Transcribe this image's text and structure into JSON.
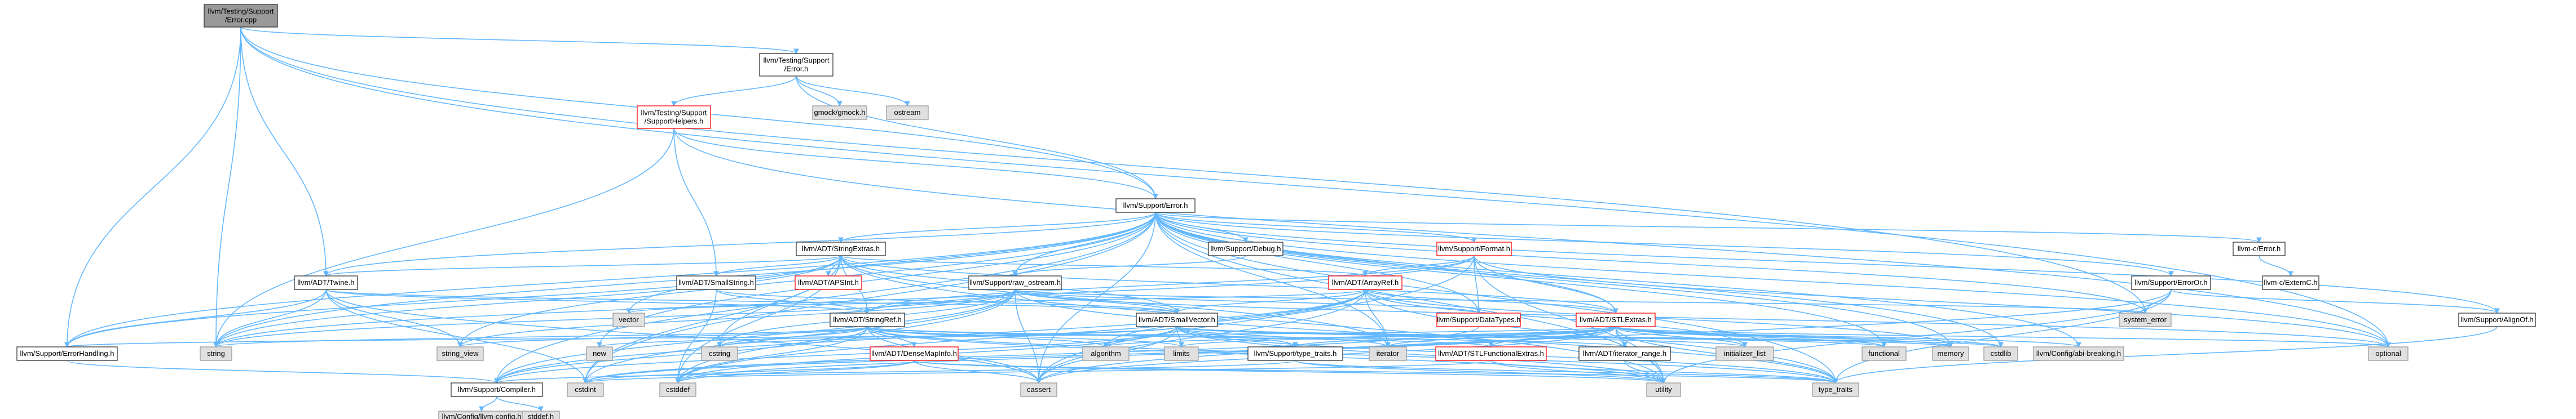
{
  "graph": {
    "title": "",
    "colors": {
      "root_fill": "#999999",
      "normal_fill": "#ffffff",
      "normal_stroke": "#333333",
      "system_fill": "#e0e0e0",
      "system_stroke": "#999999",
      "truncated_stroke": "#ff0000",
      "edge": "#63b8ff",
      "text": "#000000"
    },
    "nodes": [
      {
        "id": "root",
        "lines": [
          "llvm/Testing/Support",
          "/Error.cpp"
        ],
        "kind": "root"
      },
      {
        "id": "tse",
        "lines": [
          "llvm/Testing/Support",
          "/Error.h"
        ],
        "kind": "normal"
      },
      {
        "id": "gmock",
        "lines": [
          "gmock/gmock.h"
        ],
        "kind": "system"
      },
      {
        "id": "ostream",
        "lines": [
          "ostream"
        ],
        "kind": "system"
      },
      {
        "id": "tsh",
        "lines": [
          "llvm/Testing/Support",
          "/SupportHelpers.h"
        ],
        "kind": "truncated"
      },
      {
        "id": "err",
        "lines": [
          "llvm/Support/Error.h"
        ],
        "kind": "normal"
      },
      {
        "id": "strext",
        "lines": [
          "llvm/ADT/StringExtras.h"
        ],
        "kind": "normal"
      },
      {
        "id": "debug",
        "lines": [
          "llvm/Support/Debug.h"
        ],
        "kind": "normal"
      },
      {
        "id": "format",
        "lines": [
          "llvm/Support/Format.h"
        ],
        "kind": "truncated"
      },
      {
        "id": "cerror",
        "lines": [
          "llvm-c/Error.h"
        ],
        "kind": "normal"
      },
      {
        "id": "errorOr",
        "lines": [
          "llvm/Support/ErrorOr.h"
        ],
        "kind": "normal"
      },
      {
        "id": "externC",
        "lines": [
          "llvm-c/ExternC.h"
        ],
        "kind": "normal"
      },
      {
        "id": "twine",
        "lines": [
          "llvm/ADT/Twine.h"
        ],
        "kind": "normal"
      },
      {
        "id": "smallstr",
        "lines": [
          "llvm/ADT/SmallString.h"
        ],
        "kind": "normal"
      },
      {
        "id": "apsint",
        "lines": [
          "llvm/ADT/APSInt.h"
        ],
        "kind": "truncated"
      },
      {
        "id": "rawos",
        "lines": [
          "llvm/Support/raw_ostream.h"
        ],
        "kind": "normal"
      },
      {
        "id": "arrayref",
        "lines": [
          "llvm/ADT/ArrayRef.h"
        ],
        "kind": "truncated"
      },
      {
        "id": "datatypes",
        "lines": [
          "llvm/Support/DataTypes.h"
        ],
        "kind": "truncated"
      },
      {
        "id": "stlextras",
        "lines": [
          "llvm/ADT/STLExtras.h"
        ],
        "kind": "truncated"
      },
      {
        "id": "sysErr",
        "lines": [
          "system_error"
        ],
        "kind": "system"
      },
      {
        "id": "alignOf",
        "lines": [
          "llvm/Support/AlignOf.h"
        ],
        "kind": "normal"
      },
      {
        "id": "vector",
        "lines": [
          "vector"
        ],
        "kind": "system"
      },
      {
        "id": "stringref",
        "lines": [
          "llvm/ADT/StringRef.h"
        ],
        "kind": "normal"
      },
      {
        "id": "smallvec",
        "lines": [
          "llvm/ADT/SmallVector.h"
        ],
        "kind": "normal"
      },
      {
        "id": "string",
        "lines": [
          "string"
        ],
        "kind": "system"
      },
      {
        "id": "errh",
        "lines": [
          "llvm/Support/ErrorHandling.h"
        ],
        "kind": "normal"
      },
      {
        "id": "stringview",
        "lines": [
          "string_view"
        ],
        "kind": "system"
      },
      {
        "id": "dmi",
        "lines": [
          "llvm/ADT/DenseMapInfo.h"
        ],
        "kind": "truncated"
      },
      {
        "id": "cstring",
        "lines": [
          "cstring"
        ],
        "kind": "system"
      },
      {
        "id": "new",
        "lines": [
          "new"
        ],
        "kind": "system"
      },
      {
        "id": "algorithm",
        "lines": [
          "algorithm"
        ],
        "kind": "system"
      },
      {
        "id": "limits",
        "lines": [
          "limits"
        ],
        "kind": "system"
      },
      {
        "id": "typetraitsh",
        "lines": [
          "llvm/Support/type_traits.h"
        ],
        "kind": "normal"
      },
      {
        "id": "iterator",
        "lines": [
          "iterator"
        ],
        "kind": "system"
      },
      {
        "id": "stlfe",
        "lines": [
          "llvm/ADT/STLFunctionalExtras.h"
        ],
        "kind": "truncated"
      },
      {
        "id": "iterrange",
        "lines": [
          "llvm/ADT/iterator_range.h"
        ],
        "kind": "normal"
      },
      {
        "id": "initlist",
        "lines": [
          "initializer_list"
        ],
        "kind": "system"
      },
      {
        "id": "functional",
        "lines": [
          "functional"
        ],
        "kind": "system"
      },
      {
        "id": "memory",
        "lines": [
          "memory"
        ],
        "kind": "system"
      },
      {
        "id": "cstdlib",
        "lines": [
          "cstdlib"
        ],
        "kind": "system"
      },
      {
        "id": "abibreak",
        "lines": [
          "llvm/Config/abi-breaking.h"
        ],
        "kind": "system"
      },
      {
        "id": "optional",
        "lines": [
          "optional"
        ],
        "kind": "system"
      },
      {
        "id": "compiler",
        "lines": [
          "llvm/Support/Compiler.h"
        ],
        "kind": "normal"
      },
      {
        "id": "cstdint",
        "lines": [
          "cstdint"
        ],
        "kind": "system"
      },
      {
        "id": "cstddef",
        "lines": [
          "cstddef"
        ],
        "kind": "system"
      },
      {
        "id": "cassert",
        "lines": [
          "cassert"
        ],
        "kind": "system"
      },
      {
        "id": "utility",
        "lines": [
          "utility"
        ],
        "kind": "system"
      },
      {
        "id": "typetraits",
        "lines": [
          "type_traits"
        ],
        "kind": "system"
      },
      {
        "id": "llvmconfig",
        "lines": [
          "llvm/Config/llvm-config.h"
        ],
        "kind": "system"
      },
      {
        "id": "stddef",
        "lines": [
          "stddef.h"
        ],
        "kind": "system"
      }
    ],
    "edges": [
      [
        "root",
        "tse"
      ],
      [
        "root",
        "err"
      ],
      [
        "root",
        "errh"
      ],
      [
        "root",
        "twine"
      ],
      [
        "root",
        "string"
      ],
      [
        "root",
        "sysErr"
      ],
      [
        "root",
        "optional"
      ],
      [
        "tse",
        "gmock"
      ],
      [
        "tse",
        "ostream"
      ],
      [
        "tse",
        "tsh"
      ],
      [
        "tse",
        "err"
      ],
      [
        "tsh",
        "err"
      ],
      [
        "tsh",
        "smallstr"
      ],
      [
        "tsh",
        "string"
      ],
      [
        "tsh",
        "optional"
      ],
      [
        "err",
        "strext"
      ],
      [
        "err",
        "debug"
      ],
      [
        "err",
        "format"
      ],
      [
        "err",
        "cerror"
      ],
      [
        "err",
        "errorOr"
      ],
      [
        "err",
        "alignOf"
      ],
      [
        "err",
        "twine"
      ],
      [
        "err",
        "rawos"
      ],
      [
        "err",
        "sysErr"
      ],
      [
        "err",
        "errh"
      ],
      [
        "err",
        "string"
      ],
      [
        "err",
        "compiler"
      ],
      [
        "err",
        "abibreak"
      ],
      [
        "err",
        "vector"
      ],
      [
        "err",
        "new"
      ],
      [
        "err",
        "cstdint"
      ],
      [
        "err",
        "cassert"
      ],
      [
        "err",
        "memory"
      ],
      [
        "err",
        "utility"
      ],
      [
        "err",
        "functional"
      ],
      [
        "err",
        "cstdlib"
      ],
      [
        "err",
        "typetraits"
      ],
      [
        "err",
        "optional"
      ],
      [
        "err",
        "datatypes"
      ],
      [
        "err",
        "stlextras"
      ],
      [
        "err",
        "stringview"
      ],
      [
        "err",
        "iterator"
      ],
      [
        "strext",
        "twine"
      ],
      [
        "strext",
        "smallstr"
      ],
      [
        "strext",
        "apsint"
      ],
      [
        "strext",
        "arrayref"
      ],
      [
        "strext",
        "stringref"
      ],
      [
        "strext",
        "smallvec"
      ],
      [
        "strext",
        "string"
      ],
      [
        "strext",
        "cstring"
      ],
      [
        "strext",
        "cstdint"
      ],
      [
        "strext",
        "cstddef"
      ],
      [
        "strext",
        "iterator"
      ],
      [
        "strext",
        "utility"
      ],
      [
        "strext",
        "stlextras"
      ],
      [
        "strext",
        "errh"
      ],
      [
        "format",
        "arrayref"
      ],
      [
        "format",
        "stringref"
      ],
      [
        "format",
        "datatypes"
      ],
      [
        "format",
        "stlextras"
      ],
      [
        "format",
        "cassert"
      ],
      [
        "format",
        "optional"
      ],
      [
        "format",
        "string"
      ],
      [
        "format",
        "utility"
      ],
      [
        "cerror",
        "externC"
      ],
      [
        "errorOr",
        "alignOf"
      ],
      [
        "errorOr",
        "sysErr"
      ],
      [
        "errorOr",
        "cassert"
      ],
      [
        "errorOr",
        "utility"
      ],
      [
        "errorOr",
        "typetraits"
      ],
      [
        "alignOf",
        "typetraits"
      ],
      [
        "twine",
        "smallvec"
      ],
      [
        "twine",
        "stringref"
      ],
      [
        "twine",
        "errh"
      ],
      [
        "twine",
        "cassert"
      ],
      [
        "twine",
        "cstdint"
      ],
      [
        "twine",
        "string"
      ],
      [
        "twine",
        "stringview"
      ],
      [
        "smallstr",
        "smallvec"
      ],
      [
        "smallstr",
        "stringref"
      ],
      [
        "smallstr",
        "cstddef"
      ],
      [
        "rawos",
        "smallvec"
      ],
      [
        "rawos",
        "stringref"
      ],
      [
        "rawos",
        "compiler"
      ],
      [
        "rawos",
        "datatypes"
      ],
      [
        "rawos",
        "cassert"
      ],
      [
        "rawos",
        "cstddef"
      ],
      [
        "rawos",
        "cstdint"
      ],
      [
        "rawos",
        "cstring"
      ],
      [
        "rawos",
        "optional"
      ],
      [
        "rawos",
        "string"
      ],
      [
        "rawos",
        "stringview"
      ],
      [
        "rawos",
        "sysErr"
      ],
      [
        "rawos",
        "typetraits"
      ],
      [
        "arrayref",
        "smallvec"
      ],
      [
        "arrayref",
        "compiler"
      ],
      [
        "arrayref",
        "stlextras"
      ],
      [
        "arrayref",
        "algorithm"
      ],
      [
        "arrayref",
        "array"
      ],
      [
        "arrayref",
        "cassert"
      ],
      [
        "arrayref",
        "cstddef"
      ],
      [
        "arrayref",
        "initlist"
      ],
      [
        "arrayref",
        "iterator"
      ],
      [
        "arrayref",
        "memory"
      ],
      [
        "arrayref",
        "typetraits"
      ],
      [
        "arrayref",
        "vector"
      ],
      [
        "stlextras",
        "stlfe"
      ],
      [
        "stlextras",
        "iterrange"
      ],
      [
        "stlextras",
        "abibreak"
      ],
      [
        "stlextras",
        "errh"
      ],
      [
        "stlextras",
        "algorithm"
      ],
      [
        "stlextras",
        "cassert"
      ],
      [
        "stlextras",
        "cstddef"
      ],
      [
        "stlextras",
        "cstdint"
      ],
      [
        "stlextras",
        "cstdlib"
      ],
      [
        "stlextras",
        "functional"
      ],
      [
        "stlextras",
        "initlist"
      ],
      [
        "stlextras",
        "iterator"
      ],
      [
        "stlextras",
        "limits"
      ],
      [
        "stlextras",
        "memory"
      ],
      [
        "stlextras",
        "optional"
      ],
      [
        "stlextras",
        "typetraits"
      ],
      [
        "stlextras",
        "utility"
      ],
      [
        "stlextras",
        "typetraitsh"
      ],
      [
        "stringref",
        "dmi"
      ],
      [
        "stringref",
        "stlfe"
      ],
      [
        "stringref",
        "iterrange"
      ],
      [
        "stringref",
        "compiler"
      ],
      [
        "stringref",
        "algorithm"
      ],
      [
        "stringref",
        "cassert"
      ],
      [
        "stringref",
        "cstddef"
      ],
      [
        "stringref",
        "cstring"
      ],
      [
        "stringref",
        "limits"
      ],
      [
        "stringref",
        "string"
      ],
      [
        "stringref",
        "stringview"
      ],
      [
        "stringref",
        "typetraits"
      ],
      [
        "stringref",
        "utility"
      ],
      [
        "smallvec",
        "compiler"
      ],
      [
        "smallvec",
        "typetraitsh"
      ],
      [
        "smallvec",
        "algorithm"
      ],
      [
        "smallvec",
        "cassert"
      ],
      [
        "smallvec",
        "cstddef"
      ],
      [
        "smallvec",
        "cstdlib"
      ],
      [
        "smallvec",
        "cstring"
      ],
      [
        "smallvec",
        "functional"
      ],
      [
        "smallvec",
        "initlist"
      ],
      [
        "smallvec",
        "iterator"
      ],
      [
        "smallvec",
        "limits"
      ],
      [
        "smallvec",
        "memory"
      ],
      [
        "smallvec",
        "new"
      ],
      [
        "smallvec",
        "typetraits"
      ],
      [
        "smallvec",
        "utility"
      ],
      [
        "errh",
        "compiler"
      ],
      [
        "dmi",
        "cassert"
      ],
      [
        "dmi",
        "cstddef"
      ],
      [
        "dmi",
        "cstdint"
      ],
      [
        "dmi",
        "tuple"
      ],
      [
        "dmi",
        "typetraits"
      ],
      [
        "dmi",
        "utility"
      ],
      [
        "typetraitsh",
        "compiler"
      ],
      [
        "typetraitsh",
        "typetraits"
      ],
      [
        "typetraitsh",
        "utility"
      ],
      [
        "stlfe",
        "cstdint"
      ],
      [
        "stlfe",
        "typetraits"
      ],
      [
        "stlfe",
        "utility"
      ],
      [
        "iterrange",
        "utility"
      ],
      [
        "compiler",
        "llvmconfig"
      ],
      [
        "compiler",
        "stddef"
      ],
      [
        "debug",
        "rawos"
      ],
      [
        "datatypes",
        "cstdint"
      ]
    ]
  }
}
